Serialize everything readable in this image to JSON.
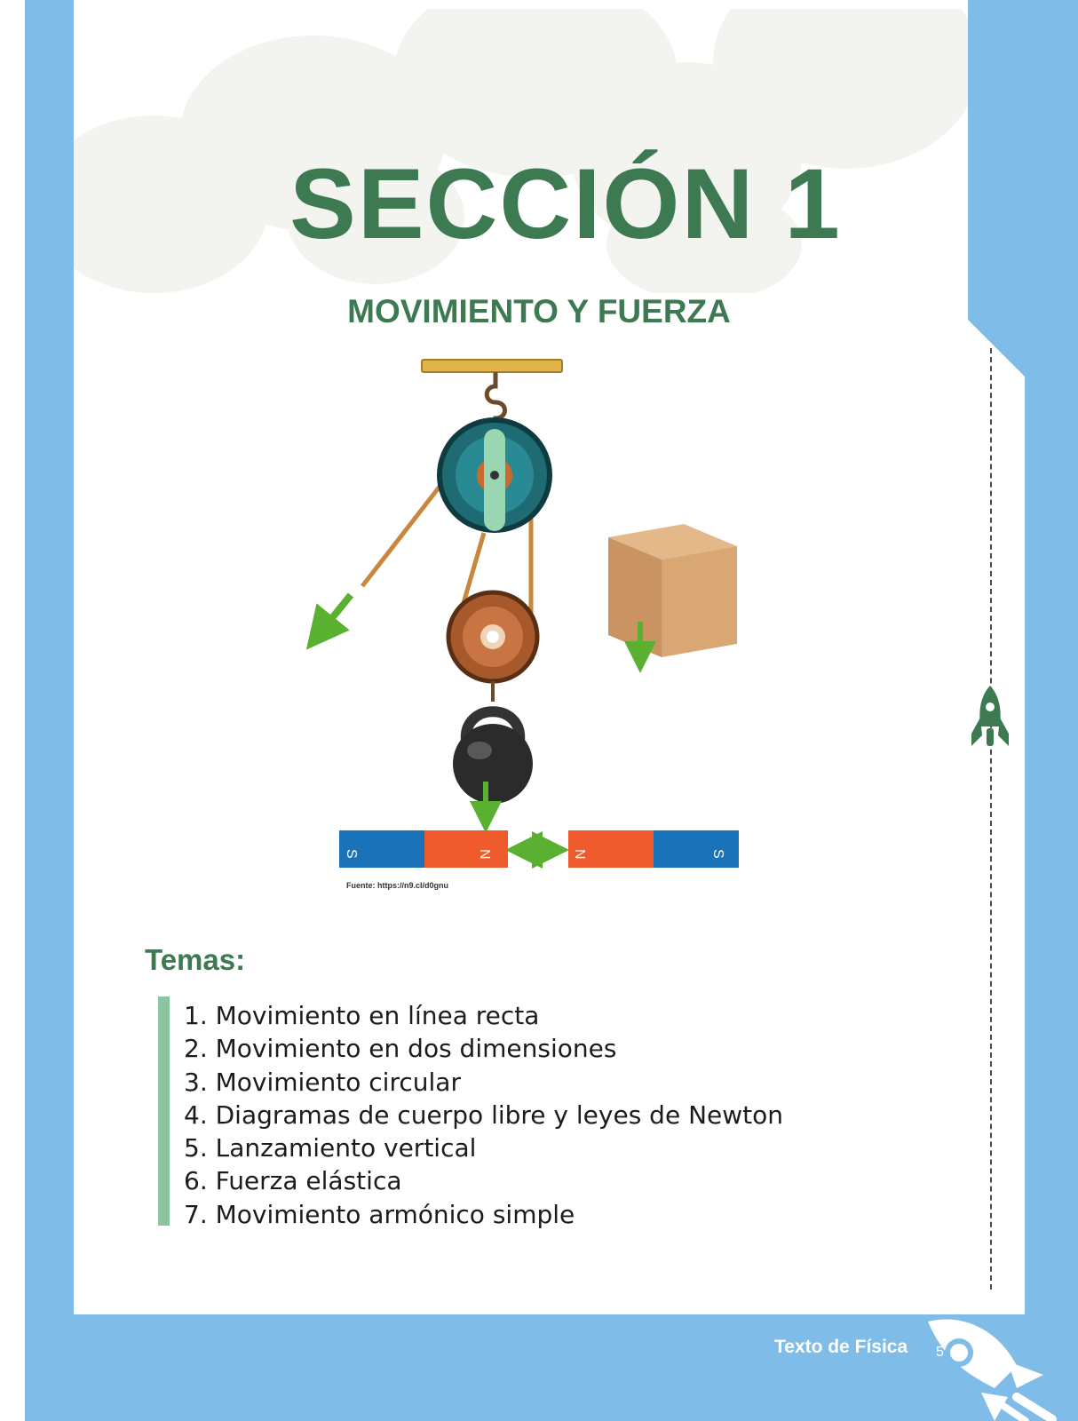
{
  "section": {
    "title": "SECCIÓN 1",
    "subtitle": "MOVIMIENTO Y FUERZA"
  },
  "figure": {
    "source": "Fuente: https://n9.cl/d0gnu",
    "magnet_left": {
      "left_pole": "S",
      "right_pole": "N"
    },
    "magnet_right": {
      "left_pole": "N",
      "right_pole": "S"
    }
  },
  "topics": {
    "heading": "Temas:",
    "items": [
      "1. Movimiento en línea recta",
      "2. Movimiento en dos dimensiones",
      "3. Movimiento circular",
      "4. Diagramas de cuerpo libre y leyes de Newton",
      "5. Lanzamiento vertical",
      "6. Fuerza elástica",
      "7. Movimiento armónico simple"
    ]
  },
  "footer": {
    "book_title": "Texto de Física",
    "page_number": "5"
  },
  "colors": {
    "frame_blue": "#7fbde8",
    "title_green": "#3d7a52",
    "bar_green": "#8dc4a0",
    "arrow_green": "#5ab030",
    "magnet_blue": "#1a73b8",
    "magnet_red": "#ee5a2c"
  }
}
